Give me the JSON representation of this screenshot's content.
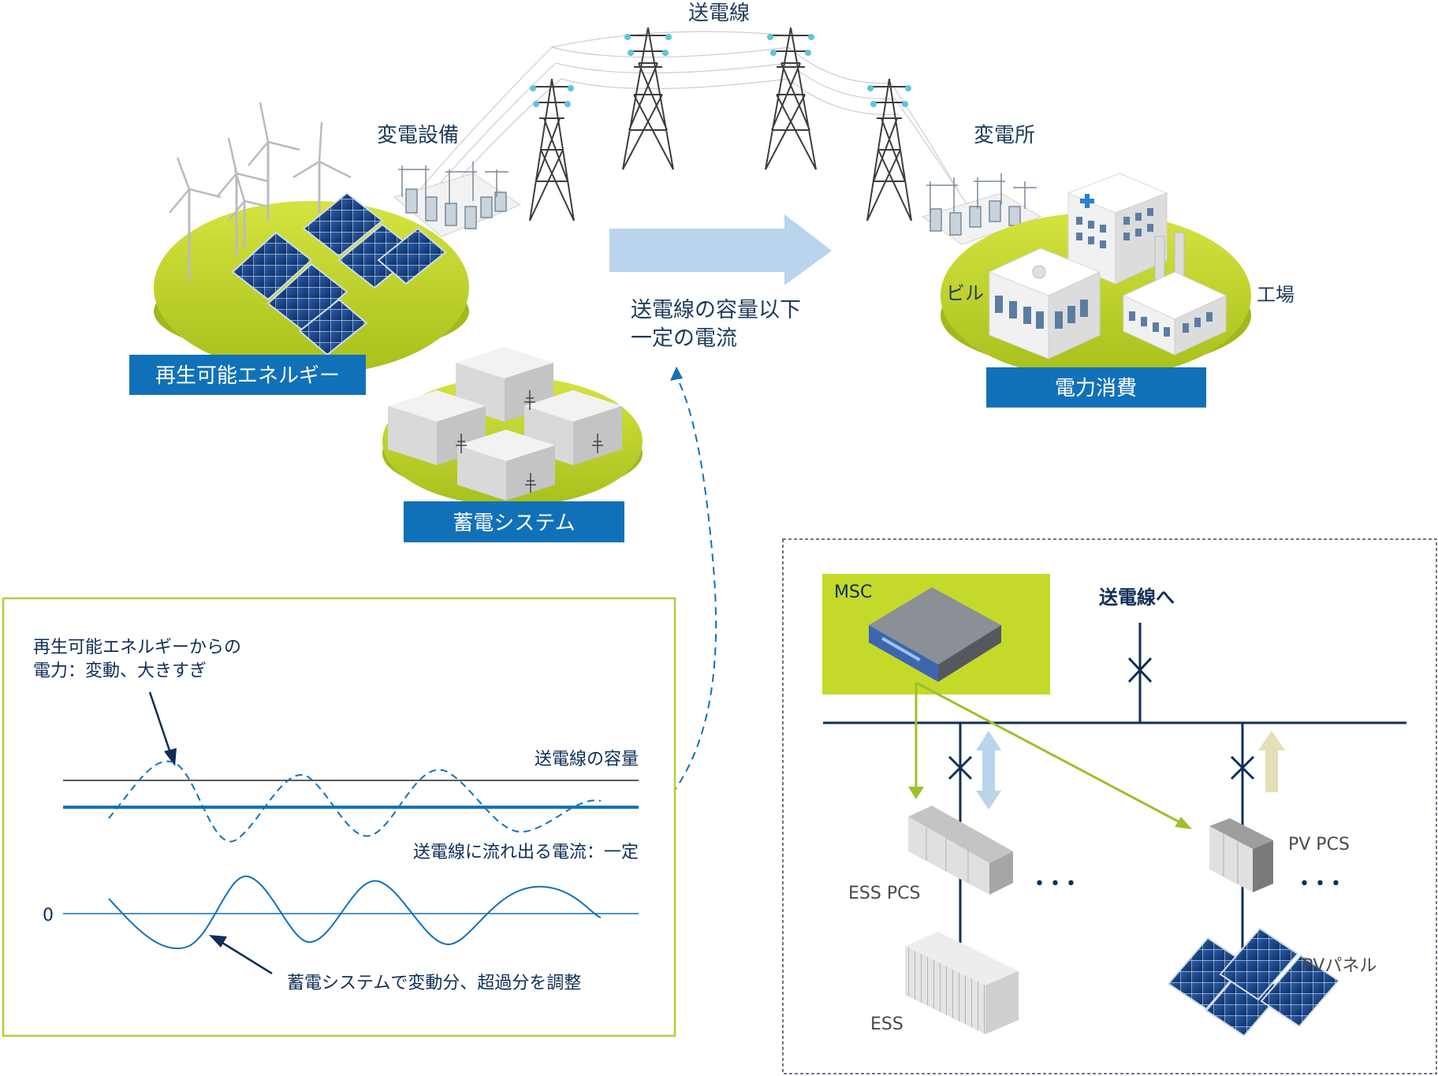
{
  "labels": {
    "transmission_line": "送電線",
    "substation_equipment": "変電設備",
    "substation": "変電所",
    "renewable_energy": "再生可能エネルギー",
    "storage_system": "蓄電システム",
    "power_consumption": "電力消費",
    "building": "ビル",
    "factory": "工場",
    "flow_note_line1": "送電線の容量以下",
    "flow_note_line2": "一定の電流"
  },
  "waveform_panel": {
    "renewable_note_line1": "再生可能エネルギーからの",
    "renewable_note_line2": "電力：変動、大きすぎ",
    "capacity_label": "送電線の容量",
    "output_label": "送電線に流れ出る電流：一定",
    "zero_label": "0",
    "storage_note": "蓄電システムで変動分、超過分を調整"
  },
  "system_panel": {
    "msc_label": "MSC",
    "to_grid_label": "送電線へ",
    "ess_pcs_label": "ESS PCS",
    "pv_pcs_label": "PV PCS",
    "ess_label": "ESS",
    "pv_panel_label": "PVパネル",
    "ellipsis_1": "• • •",
    "ellipsis_2": "• • •"
  },
  "colors": {
    "label_blue": "#1171b8",
    "ground_green": "#c5d92b",
    "panel_border_green": "#b6cc3a",
    "arrow_light_blue": "#b9d4ec",
    "arrow_green": "#9cc12a",
    "arrow_beige": "#e3dfb8",
    "navy": "#0f2e57"
  }
}
